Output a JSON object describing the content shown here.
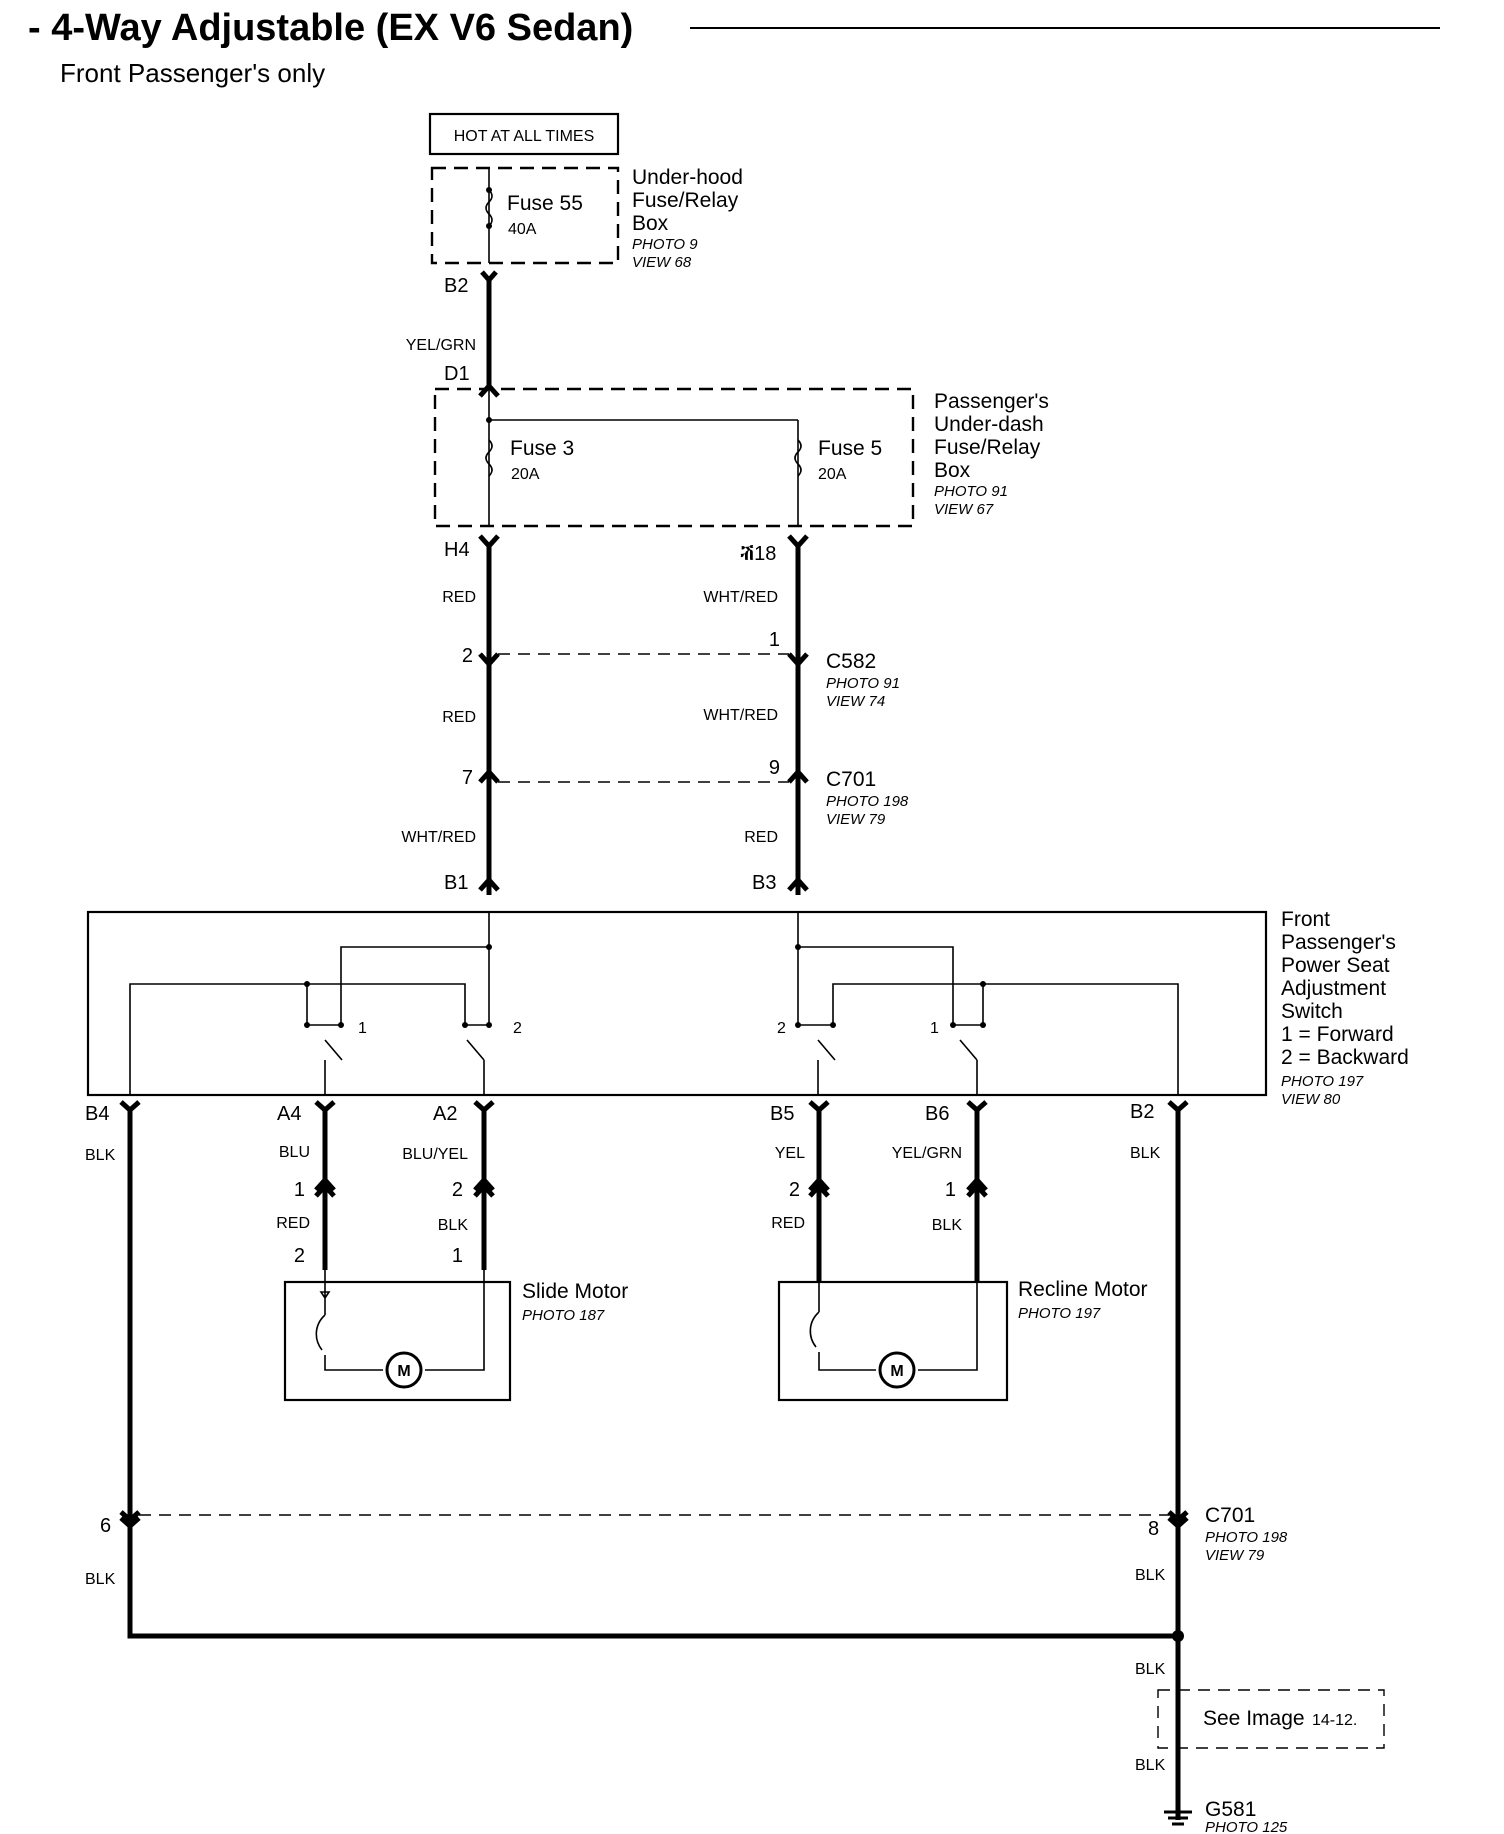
{
  "header": {
    "title": "- 4-Way Adjustable (EX V6 Sedan)",
    "subtitle": "Front Passenger's only"
  },
  "power_source": {
    "label": "HOT AT ALL TIMES"
  },
  "underhood_box": {
    "fuse_name": "Fuse 55",
    "fuse_rating": "40A",
    "name_lines": [
      "Under-hood",
      "Fuse/Relay",
      "Box"
    ],
    "photo": "PHOTO 9",
    "view": "VIEW 68",
    "out_pin": "B2"
  },
  "wire_b2_d1": "YEL/GRN",
  "underdash_box": {
    "in_pin": "D1",
    "fuse_a_name": "Fuse 3",
    "fuse_a_rating": "20A",
    "fuse_b_name": "Fuse 5",
    "fuse_b_rating": "20A",
    "name_lines": [
      "Passenger's",
      "Under-dash",
      "Fuse/Relay",
      "Box"
    ],
    "photo": "PHOTO 91",
    "view": "VIEW 67",
    "out_pin_a": "H4",
    "out_pin_b": "ⶥ18"
  },
  "circuit_left_upper": {
    "wire1": "RED",
    "c582_pin": "2",
    "wire2": "RED",
    "c701_pin": "7",
    "wire3": "WHT/RED",
    "switch_pin": "B1"
  },
  "circuit_right_upper": {
    "wire1": "WHT/RED",
    "c582_pin": "1",
    "wire2": "WHT/RED",
    "c701_pin": "9",
    "wire3": "RED",
    "switch_pin": "B3"
  },
  "c582": {
    "name": "C582",
    "photo": "PHOTO 91",
    "view": "VIEW 74"
  },
  "c701_upper": {
    "name": "C701",
    "photo": "PHOTO 198",
    "view": "VIEW 79"
  },
  "switch": {
    "name_lines": [
      "Front",
      "Passenger's",
      "Power Seat",
      "Adjustment",
      "Switch",
      "1 = Forward",
      "2 = Backward"
    ],
    "photo": "PHOTO 197",
    "view": "VIEW 80",
    "contact_labels": [
      "1",
      "2",
      "2",
      "1"
    ]
  },
  "switch_outputs": [
    {
      "pin": "B4",
      "wire": "BLK"
    },
    {
      "pin": "A4",
      "wire": "BLU",
      "conn_pin_top": "1",
      "wire_below": "RED",
      "motor_pin": "2"
    },
    {
      "pin": "A2",
      "wire": "BLU/YEL",
      "conn_pin_top": "2",
      "wire_below": "BLK",
      "motor_pin": "1"
    },
    {
      "pin": "B5",
      "wire": "YEL",
      "conn_pin_top": "2",
      "wire_below": "RED"
    },
    {
      "pin": "B6",
      "wire": "YEL/GRN",
      "conn_pin_top": "1",
      "wire_below": "BLK"
    },
    {
      "pin": "B2",
      "wire": "BLK"
    }
  ],
  "slide_motor": {
    "name": "Slide Motor",
    "photo": "PHOTO 187",
    "symbol": "M"
  },
  "recline_motor": {
    "name": "Recline Motor",
    "photo": "PHOTO 197",
    "symbol": "M"
  },
  "c701_lower": {
    "name": "C701",
    "photo": "PHOTO 198",
    "view": "VIEW 79",
    "pin_left": "6",
    "pin_right": "8",
    "wire_left": "BLK",
    "wire_right": "BLK"
  },
  "ground": {
    "wire_above_ref": "BLK",
    "see_text": "See Image",
    "see_ref": "14-12.",
    "wire_below_ref": "BLK",
    "name": "G581",
    "photo": "PHOTO 125"
  }
}
